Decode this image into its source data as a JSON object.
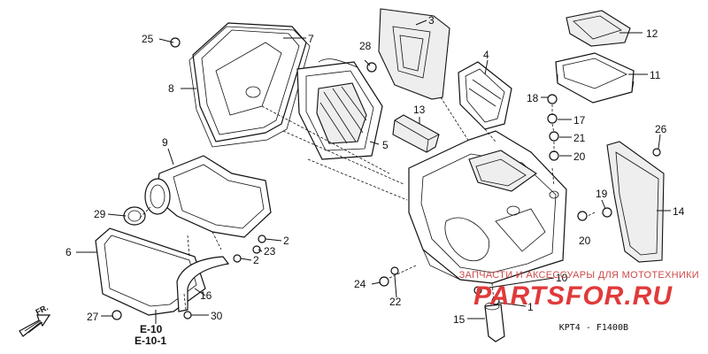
{
  "diagram": {
    "callouts": {
      "p1": "1",
      "p2a": "2",
      "p2b": "2",
      "p3": "3",
      "p4": "4",
      "p5": "5",
      "p6": "6",
      "p7": "7",
      "p8": "8",
      "p9": "9",
      "p10": "10",
      "p11": "11",
      "p12": "12",
      "p13": "13",
      "p14": "14",
      "p15": "15",
      "p16": "16",
      "p17": "17",
      "p18": "18",
      "p19": "19",
      "p20a": "20",
      "p20b": "20",
      "p21": "21",
      "p22": "22",
      "p23": "23",
      "p24": "24",
      "p25": "25",
      "p26": "26",
      "p27": "27",
      "p28": "28",
      "p29": "29",
      "p30": "30"
    },
    "references": {
      "e10": "E-10",
      "e101": "E-10-1"
    },
    "direction_label": "FR.",
    "figure_code": "KPT4 - F1400B"
  },
  "watermark": {
    "text": "ЗАПЧАСТИ И АКСЕССУАРЫ ДЛЯ МОТОТЕХНИКИ",
    "brand": "PARTSFOR.RU"
  },
  "colors": {
    "line": "#111111",
    "watermark": "#e03a3a"
  }
}
